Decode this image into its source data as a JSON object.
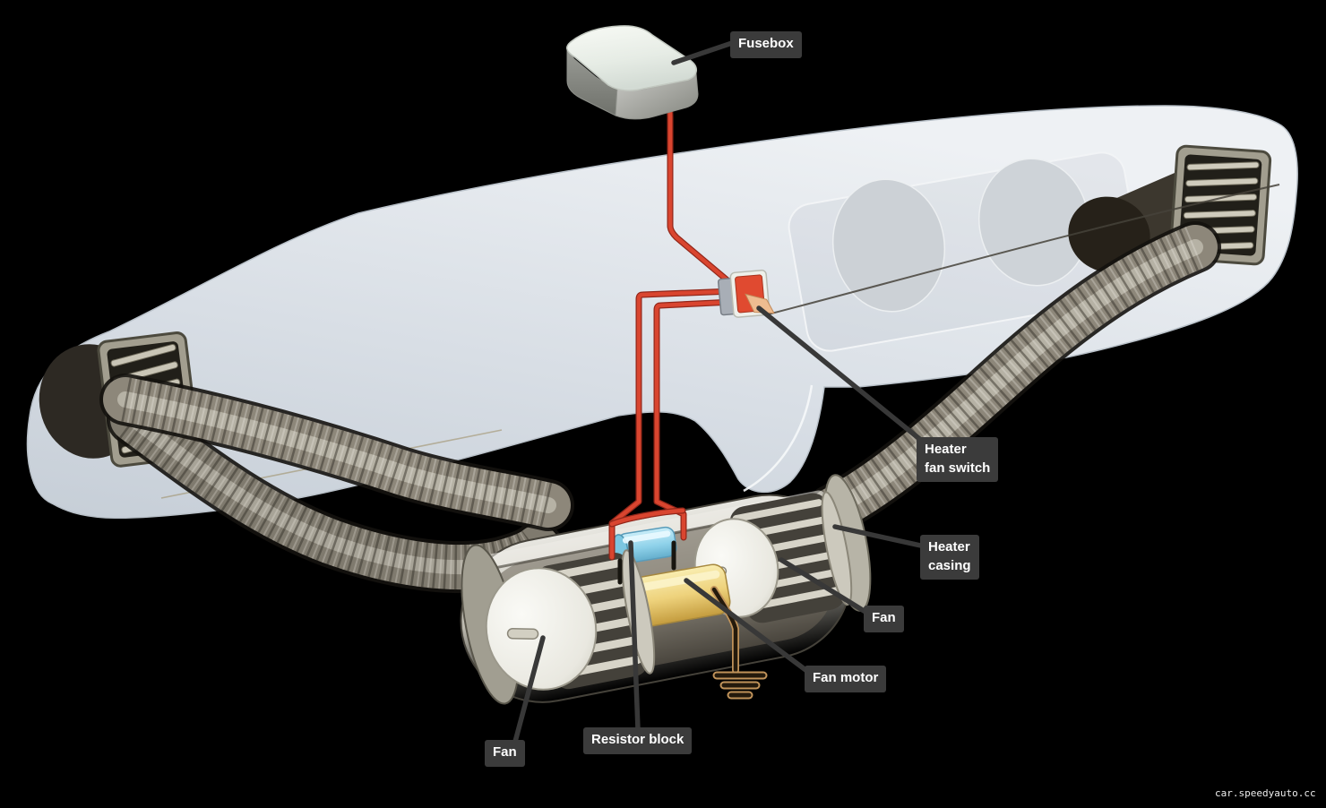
{
  "callouts": {
    "fusebox": {
      "lines": [
        "Fusebox"
      ]
    },
    "heater_fan_switch": {
      "lines": [
        "Heater",
        "fan switch"
      ]
    },
    "heater_casing": {
      "lines": [
        "Heater",
        "casing"
      ]
    },
    "fan_right": {
      "lines": [
        "Fan"
      ]
    },
    "fan_motor": {
      "lines": [
        "Fan motor"
      ]
    },
    "resistor_block": {
      "lines": [
        "Resistor block"
      ]
    },
    "fan_left": {
      "lines": [
        "Fan"
      ]
    }
  },
  "watermark": "car.speedyauto.cc",
  "colors": {
    "background": "#000000",
    "label_background": "#3b3b3b",
    "label_text": "#ffffff",
    "wire_red": "#d9452f",
    "resistor_blue": "#8fd2ea",
    "motor_yellow": "#eed27c",
    "dashboard_gray": "#d7dde4",
    "leader_line": "#383838"
  }
}
